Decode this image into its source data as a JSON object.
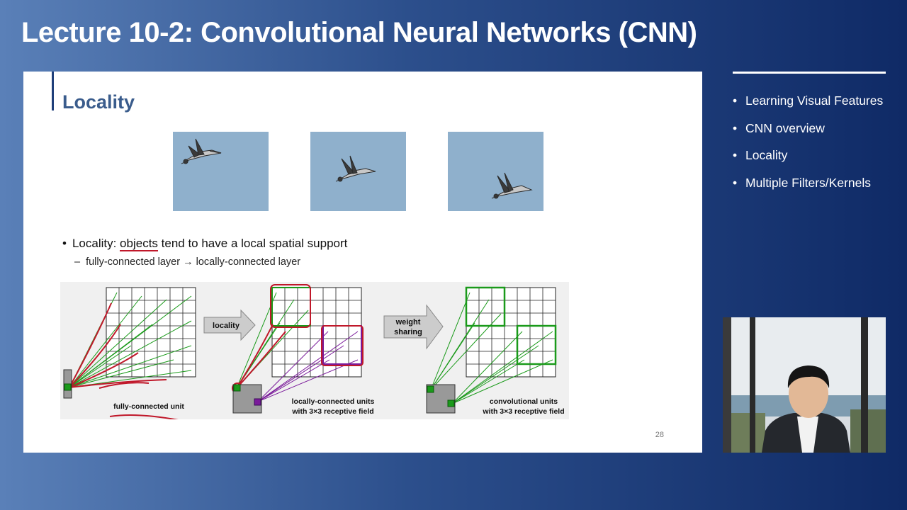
{
  "lecture_title": "Lecture 10-2: Convolutional Neural Networks (CNN)",
  "slide": {
    "title": "Locality",
    "bullet_prefix": "Locality: ",
    "bullet_underlined": "objects",
    "bullet_rest": " tend to have a local spatial support",
    "sub_bullet": "fully-connected layer → locally-connected layer",
    "page_number": "28",
    "diagram": {
      "arrow1_label": "locality",
      "arrow2_label_line1": "weight",
      "arrow2_label_line2": "sharing",
      "caption1": "fully-connected unit",
      "caption2_line1": "locally-connected units",
      "caption2_line2": "with 3×3 receptive field",
      "caption3_line1": "convolutional units",
      "caption3_line2": "with 3×3 receptive field"
    }
  },
  "toc": {
    "items": [
      "Learning Visual Features",
      "CNN overview",
      "Locality",
      "Multiple Filters/Kernels"
    ]
  },
  "colors": {
    "accent": "#1f3f7a",
    "slide_title": "#3a5c8c",
    "sky": "#8fb0cc",
    "green": "#1a9a1a",
    "red_annotation": "#c0182a",
    "purple": "#7a1a9a"
  },
  "icons": [
    "bird-photo",
    "arrow-right-icon",
    "speaker-webcam"
  ]
}
